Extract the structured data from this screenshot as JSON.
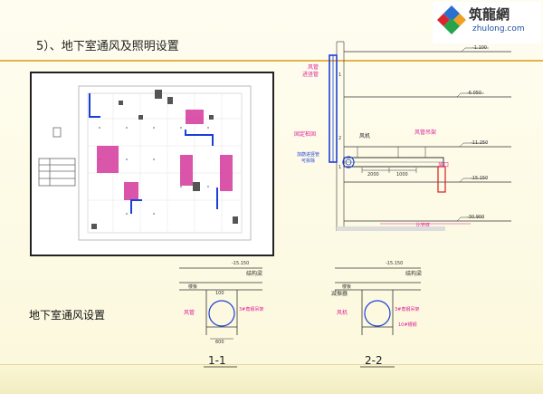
{
  "slide": {
    "title": "5）、地下室通风及照明设置",
    "caption": "地下室通风设置",
    "colors": {
      "accent_line": "#e4b24a",
      "duct_blue": "#1a3fd8",
      "annotation_pink": "#e0209a",
      "hatch_magenta": "#d4389c"
    }
  },
  "logo": {
    "name_cn": "筑龍網",
    "url": "zhulong.com"
  },
  "section": {
    "elevations": [
      "-1.100",
      "-6.050",
      "-11.250",
      "-15.150",
      "-30.900"
    ],
    "labels": {
      "riser": "风管\n进竖管",
      "fixed_bracket": "固定桩固",
      "fan": "风机",
      "duct_hanger": "风管吊架",
      "intake": "风口",
      "raise_note": "加筋进竖管\n可拆除",
      "pit_note": "比管底"
    },
    "dims": [
      "2000",
      "1000"
    ]
  },
  "detail_1": {
    "number": "1-1",
    "elev": "-15.150",
    "beam": "结构梁",
    "slab": "楼板",
    "duct": "风管",
    "hanger": "3#角钢吊架",
    "dim_top": "100",
    "dim_bottom": "600"
  },
  "detail_2": {
    "number": "2-2",
    "elev": "-15.150",
    "beam": "结构梁",
    "slab": "楼板",
    "damper": "减振器",
    "duct": "风机",
    "hanger": "3#角钢吊架",
    "bolt": "10#槽钢"
  }
}
